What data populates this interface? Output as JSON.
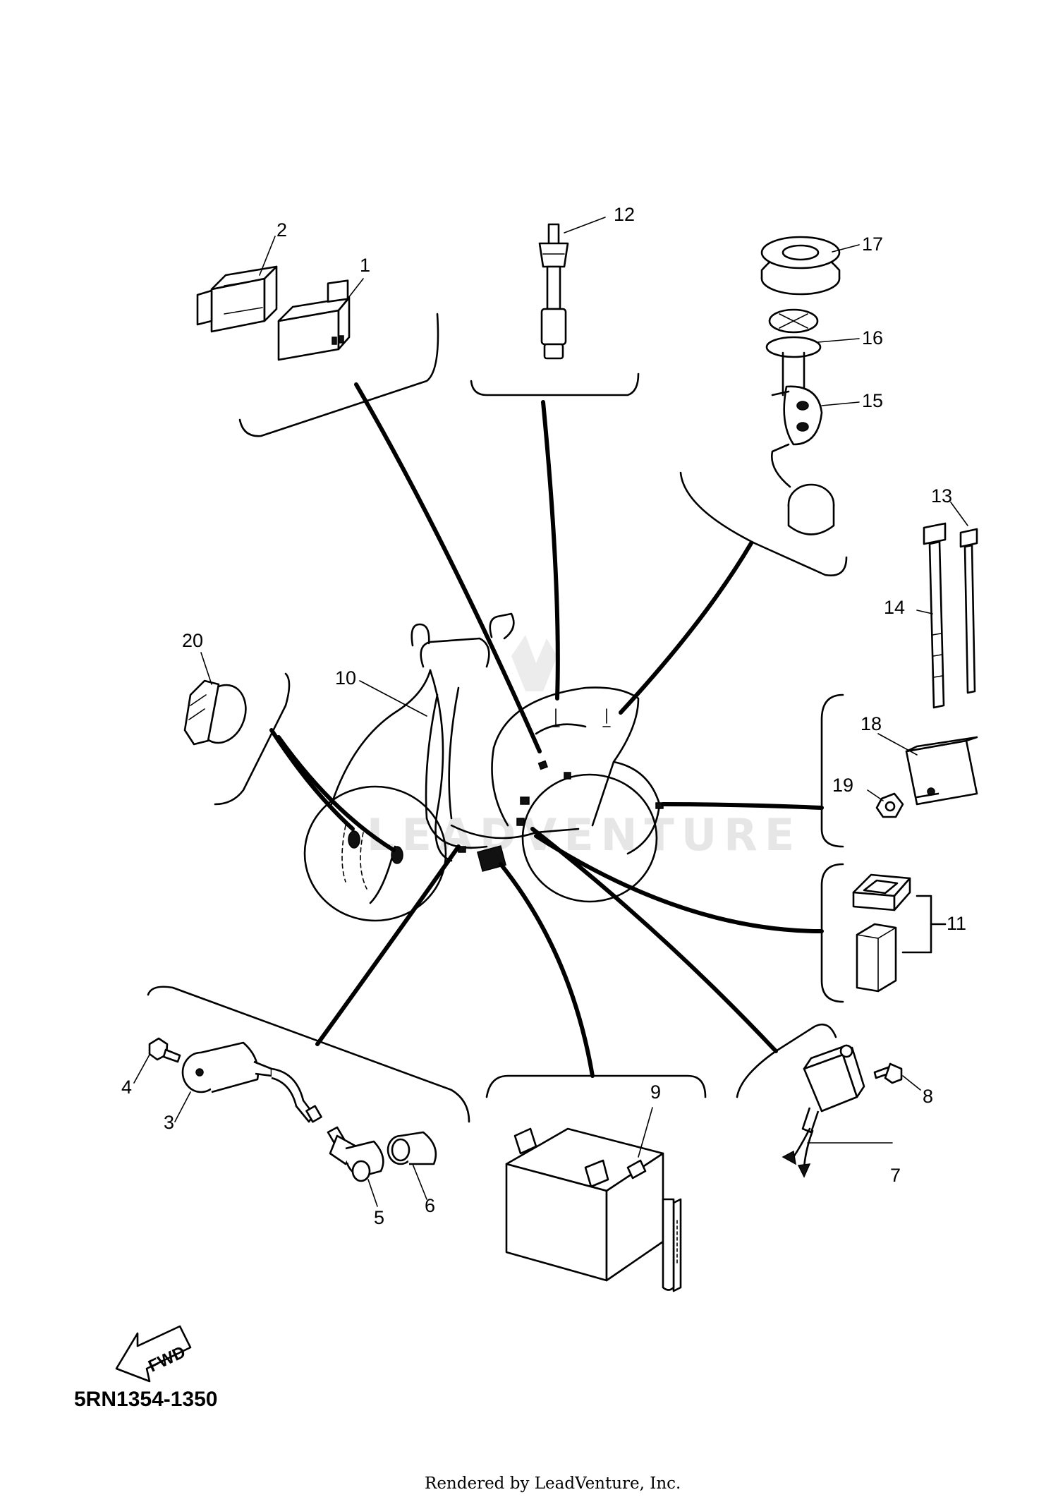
{
  "diagram": {
    "code": "5RN1354-1350",
    "footer": "Rendered by LeadVenture, Inc.",
    "watermark": "LEADVENTURE",
    "direction_label": "FWD",
    "callouts": [
      {
        "id": "1",
        "label": "1"
      },
      {
        "id": "2",
        "label": "2"
      },
      {
        "id": "3",
        "label": "3"
      },
      {
        "id": "4",
        "label": "4"
      },
      {
        "id": "5",
        "label": "5"
      },
      {
        "id": "6",
        "label": "6"
      },
      {
        "id": "7",
        "label": "7"
      },
      {
        "id": "8",
        "label": "8"
      },
      {
        "id": "9",
        "label": "9"
      },
      {
        "id": "10",
        "label": "10"
      },
      {
        "id": "11",
        "label": "11"
      },
      {
        "id": "12",
        "label": "12"
      },
      {
        "id": "13",
        "label": "13"
      },
      {
        "id": "14",
        "label": "14"
      },
      {
        "id": "15",
        "label": "15"
      },
      {
        "id": "16",
        "label": "16"
      },
      {
        "id": "17",
        "label": "17"
      },
      {
        "id": "18",
        "label": "18"
      },
      {
        "id": "19",
        "label": "19"
      },
      {
        "id": "20",
        "label": "20"
      }
    ]
  }
}
